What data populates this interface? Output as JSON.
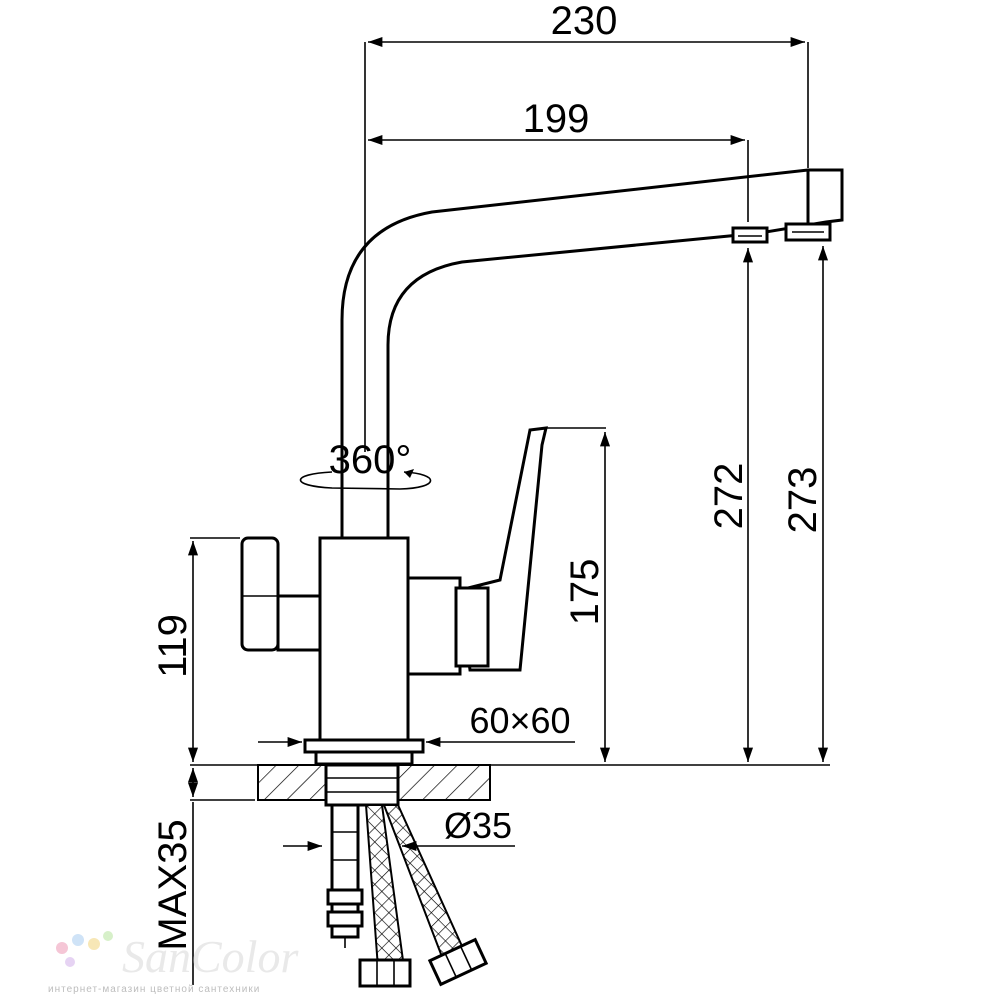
{
  "dimensions": {
    "overall_reach": "230",
    "spout_reach": "199",
    "height_to_outlet_1": "272",
    "height_to_outlet_2": "273",
    "lever_height": "175",
    "side_handle_height": "119",
    "base_size": "60×60",
    "rotation": "360°",
    "hole_diameter": "Ø35",
    "max_counter_thickness": "MAX35"
  },
  "brand": {
    "name": "SanColor",
    "tagline": "интернет-магазин цветной сантехники",
    "dot_colors": [
      "#f5c6d6",
      "#cfe3f7",
      "#f7e7b6",
      "#d7f0c9",
      "#e6d3f3"
    ]
  }
}
